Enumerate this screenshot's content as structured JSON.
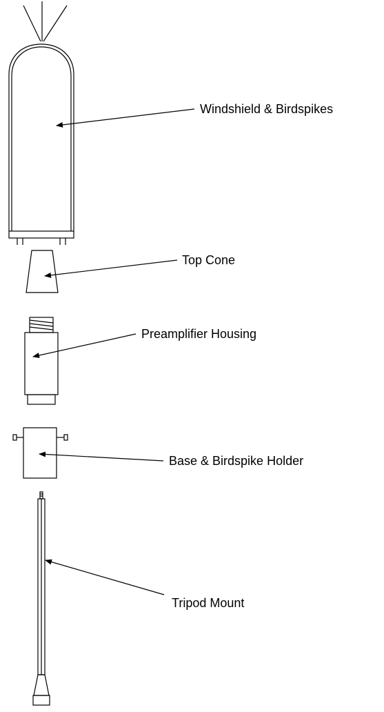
{
  "labels": {
    "windshield": "Windshield & Birdspikes",
    "top_cone": "Top Cone",
    "preamplifier": "Preamplifier Housing",
    "base": "Base & Birdspike Holder",
    "tripod": "Tripod Mount"
  },
  "colors": {
    "stroke": "#000000",
    "background": "#ffffff"
  }
}
